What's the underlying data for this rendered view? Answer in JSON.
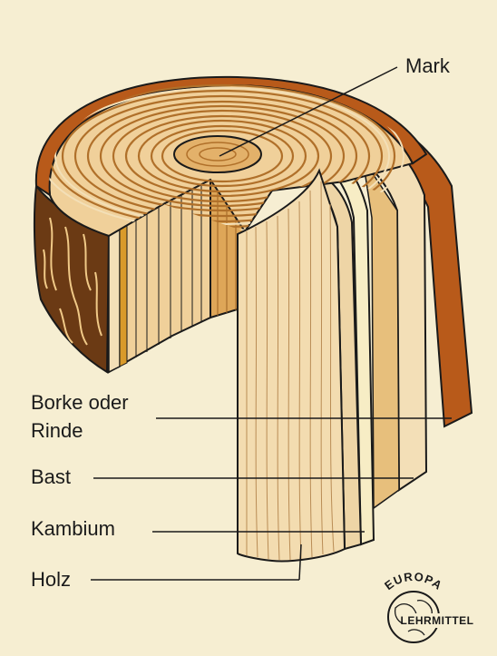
{
  "labels": {
    "mark": "Mark",
    "borke_line1": "Borke oder",
    "borke_line2": "Rinde",
    "bast": "Bast",
    "kambium": "Kambium",
    "holz": "Holz"
  },
  "logo": {
    "top": "EUROPA",
    "bottom": "LEHRMITTEL"
  },
  "colors": {
    "background": "#f6eed2",
    "bark_outer": "#b85a1a",
    "bark_dark": "#6b3a14",
    "bast": "#f3dfb7",
    "kambium": "#f7edc5",
    "sapwood": "#f0d09a",
    "heartwood": "#dea658",
    "ring": "#b0702a",
    "pith": "#e3b16a",
    "outline": "#1a1a1a"
  }
}
